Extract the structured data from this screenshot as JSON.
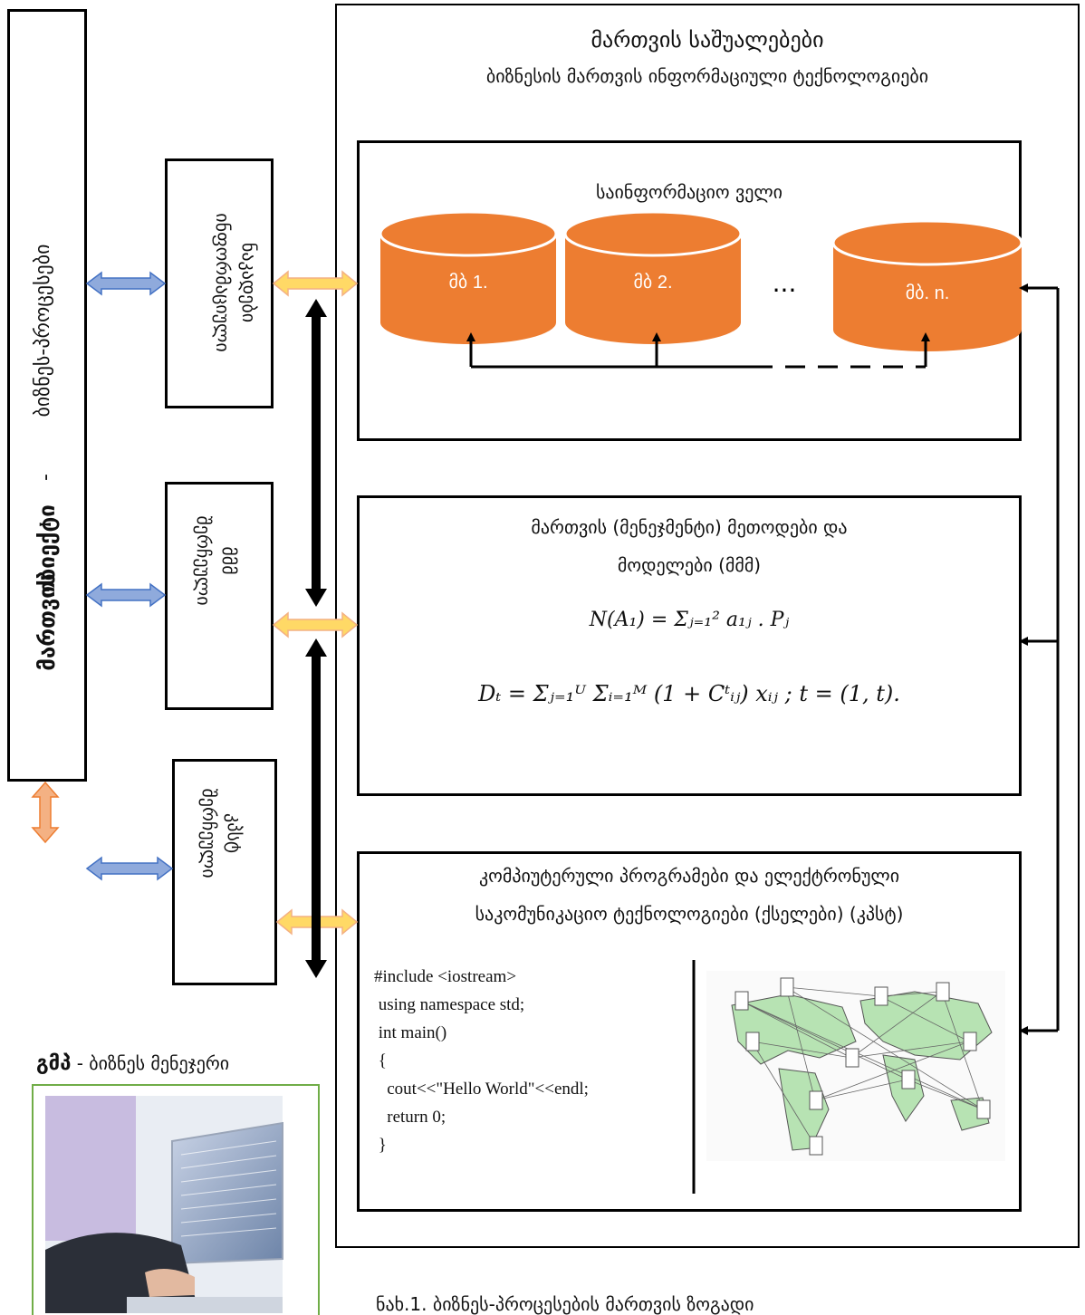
{
  "left_column": {
    "part1": "მართვის",
    "part2": "ობიექტი",
    "part3": "-",
    "part4": "ბიზნეს-პროცესები"
  },
  "middle_boxes": [
    {
      "line1": "ინფორმაციული",
      "line2": "ნაკადები"
    },
    {
      "line1": "შერჩეული",
      "line2": "მმმ"
    },
    {
      "line1": "შერჩეული",
      "line2": "კპსტ"
    }
  ],
  "main": {
    "title": "მართვის საშუალებები",
    "subtitle": "ბიზნესის მართვის ინფორმაციული ტექნოლოგიები"
  },
  "info_field": {
    "title": "საინფორმაციო ველი",
    "db1": "მბ 1.",
    "db2": "მბ 2.",
    "ellipsis": "...",
    "dbn": "მბ. n."
  },
  "methods": {
    "line1": "მართვის (მენეჯმენტი) მეთოდები და",
    "line2": "მოდელები (მმმ)",
    "formula1": "N(A₁) = Σⱼ₌₁² a₁ⱼ . Pⱼ",
    "formula2": "Dₜ = Σⱼ₌₁ᵁ Σᵢ₌₁ᴹ (1 + Cᵗᵢⱼ) xᵢⱼ ; t = (1, t)."
  },
  "programs": {
    "line1": "კომპიუტერული პროგრამები და ელექტრონული",
    "line2": "საკომუნიკაციო ტექნოლოგიები (ქსელები) (კპსტ)",
    "code": [
      "#include <iostream>",
      " using namespace std;",
      " int main()",
      " {",
      "   cout<<\"Hello World\"<<endl;",
      "   return 0;",
      " }"
    ]
  },
  "manager": {
    "abbr": "გმპ",
    "label": " - ბიზნეს მენეჯერი"
  },
  "caption": "ნახ.1. ბიზნეს-პროცესების მართვის ზოგადი"
}
